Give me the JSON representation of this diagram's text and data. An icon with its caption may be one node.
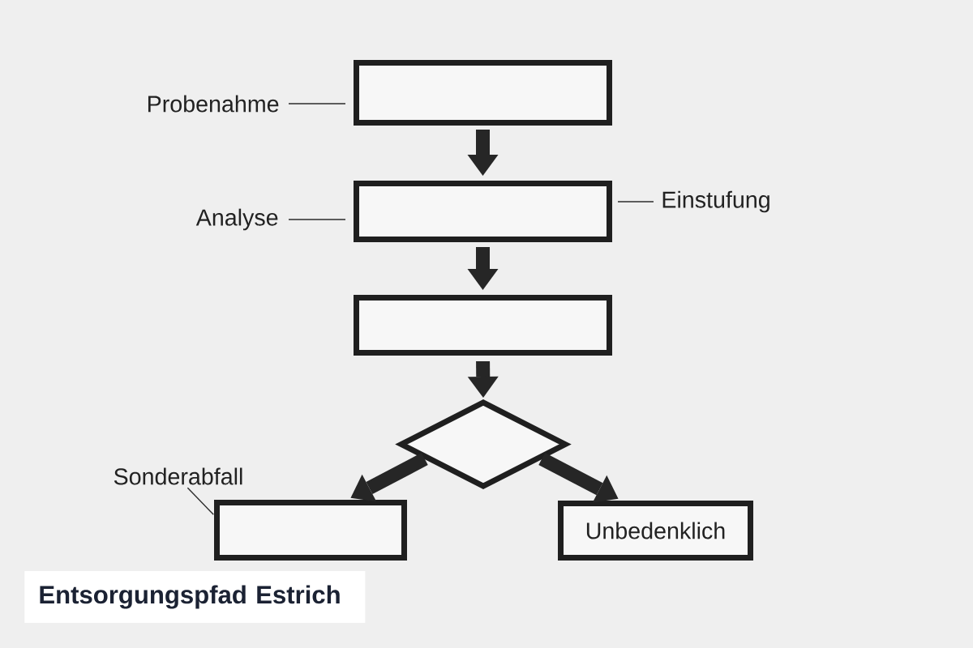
{
  "diagram": {
    "title": "Entsorgungspfad Estrich",
    "nodes": [
      {
        "text": [
          "Probenahme"
        ]
      },
      {
        "text": [],
        "shape": "box"
      },
      {
        "text": [
          "Analyse"
        ]
      },
      {
        "text": [],
        "shape": "box"
      },
      {
        "text": [
          "Einstufung"
        ]
      },
      {
        "text": [],
        "shape": "box"
      },
      {
        "text": [],
        "shape": "diamond"
      },
      {
        "text": [
          "Sonderabfall"
        ]
      },
      {
        "text": [],
        "shape": "box"
      },
      {
        "text": [
          "Unbedenklich"
        ]
      }
    ],
    "edges": [
      {
        "from": 1,
        "to": 3,
        "arrow": "to"
      },
      {
        "from": 3,
        "to": 5,
        "arrow": "to"
      },
      {
        "from": 5,
        "to": 6,
        "arrow": "to"
      },
      {
        "from": 6,
        "to": 8,
        "arrow": "to"
      },
      {
        "from": 6,
        "to": 9,
        "arrow": "to"
      },
      {
        "from": 0,
        "to": 1,
        "arrow": "none"
      },
      {
        "from": 2,
        "to": 3,
        "arrow": "none"
      },
      {
        "from": 4,
        "to": 3,
        "arrow": "none"
      },
      {
        "from": 7,
        "to": 8,
        "arrow": "none"
      }
    ]
  }
}
